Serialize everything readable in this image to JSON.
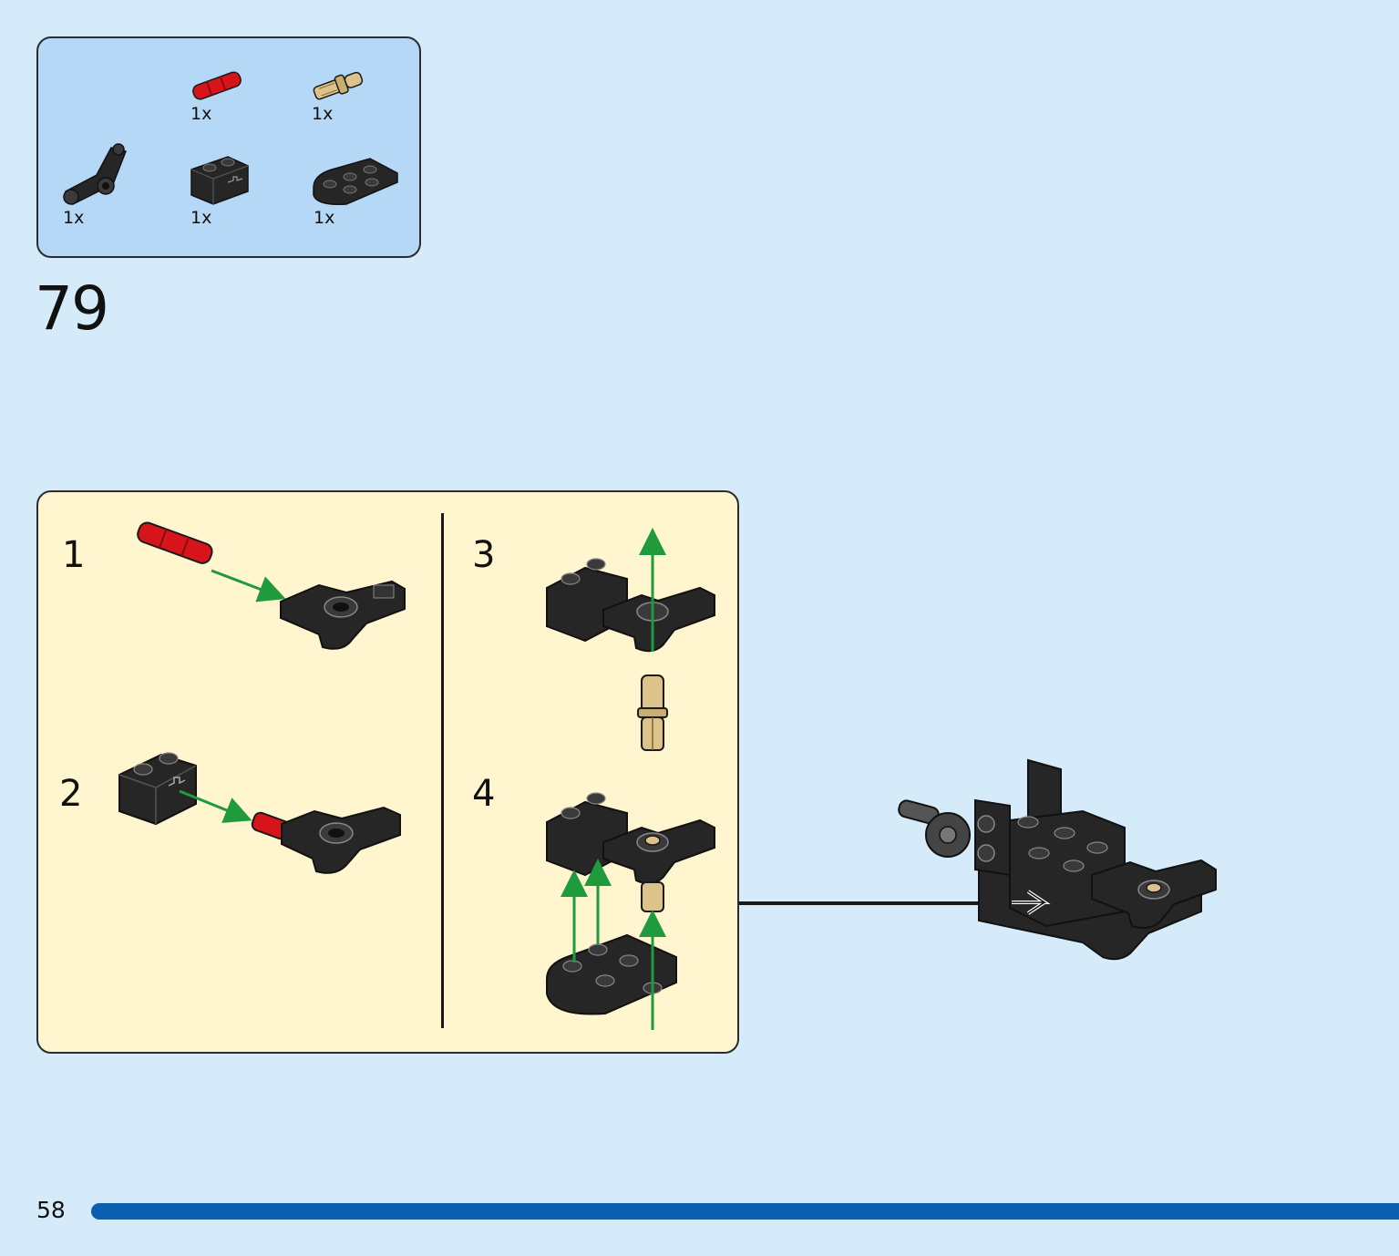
{
  "parts": {
    "red_axle_pin_qty": "1x",
    "tan_pin_qty": "1x",
    "angle_connector_qty": "1x",
    "technic_brick_qty": "1x",
    "round_plate_qty": "1x"
  },
  "step": {
    "number": "79"
  },
  "substeps": {
    "one": "1",
    "two": "2",
    "three": "3",
    "four": "4"
  },
  "footer": {
    "page_number": "58"
  },
  "colors": {
    "page_bg": "#d6ebfa",
    "parts_bg": "#b4d8f6",
    "substep_bg": "#fff5cf",
    "arrow_green": "#1f9a3c",
    "progress_blue": "#0a5fb0",
    "part_black": "#262626",
    "part_red": "#d8141b",
    "part_tan": "#dcc38c"
  },
  "progress": {
    "fraction": 1.0
  }
}
